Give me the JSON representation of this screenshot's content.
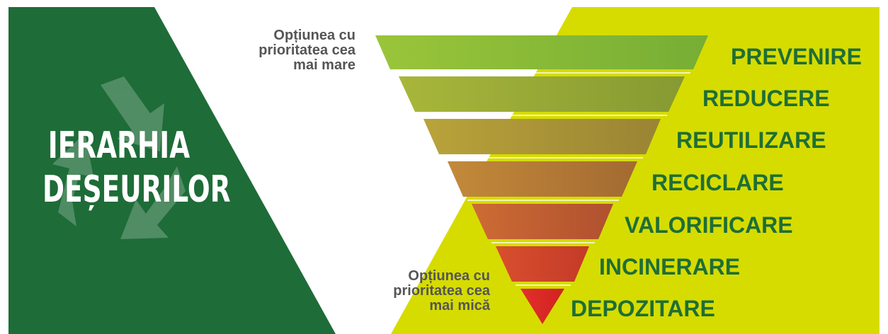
{
  "title": {
    "line1": "IERARHIA",
    "line2": "DEȘEURILOR"
  },
  "notes": {
    "top": [
      "Opțiunea cu",
      "prioritatea cea",
      "mai mare"
    ],
    "bottom": [
      "Opțiunea cu",
      "prioritatea cea",
      "mai mică"
    ]
  },
  "levels": [
    {
      "label": "PREVENIRE",
      "color_left": "#96c43a",
      "color_right": "#78b234"
    },
    {
      "label": "REDUCERE",
      "color_left": "#a9b73a",
      "color_right": "#889b32"
    },
    {
      "label": "REUTILIZARE",
      "color_left": "#b7a13a",
      "color_right": "#998534"
    },
    {
      "label": "RECICLARE",
      "color_left": "#c2883a",
      "color_right": "#a46a32"
    },
    {
      "label": "VALORIFICARE",
      "color_left": "#cc6c34",
      "color_right": "#b05030"
    },
    {
      "label": "INCINERARE",
      "color_left": "#d6502e",
      "color_right": "#c43a28"
    },
    {
      "label": "DEPOZITARE",
      "color_left": "#e0302a",
      "color_right": "#d22222"
    }
  ],
  "colors": {
    "dark_green": "#1e6c38",
    "yellow_green": "#d6dc00",
    "label_green": "#1e6e36",
    "note_gray": "#555555",
    "recycle_icon": "recycle-icon"
  }
}
